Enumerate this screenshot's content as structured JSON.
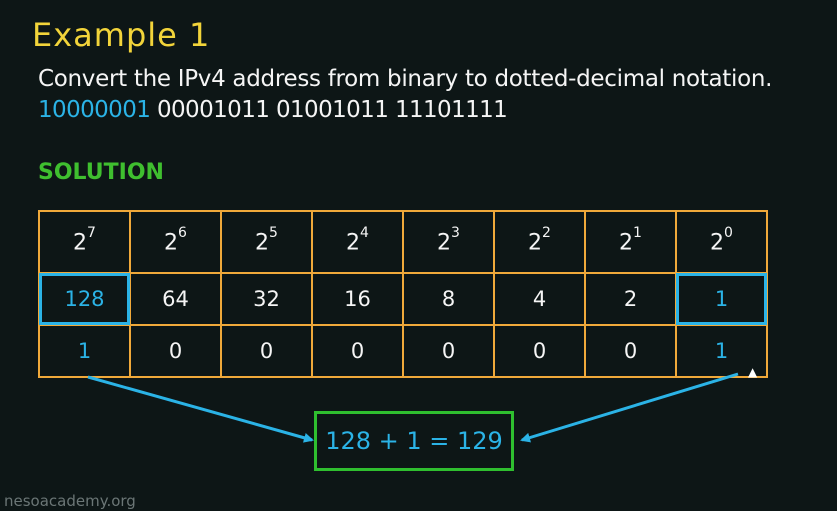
{
  "title": "Example 1",
  "question": "Convert the IPv4 address from binary to dotted-decimal notation.",
  "binary": {
    "first_octet": "10000001",
    "rest": " 00001011 01001011 11101111"
  },
  "solution_label": "SOLUTION",
  "table": {
    "powers": [
      {
        "base": "2",
        "exp": "7"
      },
      {
        "base": "2",
        "exp": "6"
      },
      {
        "base": "2",
        "exp": "5"
      },
      {
        "base": "2",
        "exp": "4"
      },
      {
        "base": "2",
        "exp": "3"
      },
      {
        "base": "2",
        "exp": "2"
      },
      {
        "base": "2",
        "exp": "1"
      },
      {
        "base": "2",
        "exp": "0"
      }
    ],
    "weights": [
      "128",
      "64",
      "32",
      "16",
      "8",
      "4",
      "2",
      "1"
    ],
    "bits": [
      "1",
      "0",
      "0",
      "0",
      "0",
      "0",
      "0",
      "1"
    ]
  },
  "result": "128 + 1 = 129",
  "watermark": "nesoacademy.org",
  "colors": {
    "background": "#0d1616",
    "title": "#f2d43a",
    "highlight": "#2bb3e6",
    "solution": "#3fbf2f",
    "table_border": "#f0a93a",
    "result_border": "#2fbf2f"
  }
}
